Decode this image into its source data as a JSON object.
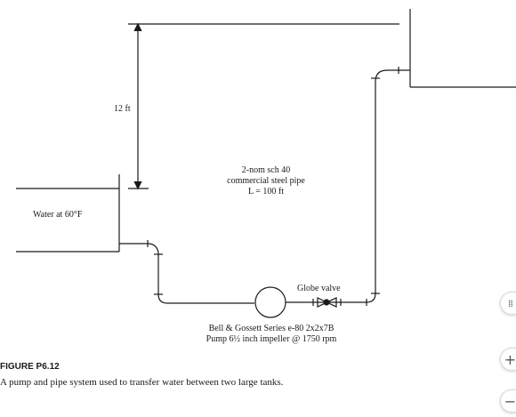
{
  "labels": {
    "height": "12 ft",
    "pipe_line1": "2-nom sch 40",
    "pipe_line2": "commercial steel pipe",
    "pipe_line3": "L = 100 ft",
    "water": "Water at 60°F",
    "valve": "Globe valve",
    "pump_line1": "Bell & Gossett Series e-80 2x2x7B",
    "pump_line2": "Pump 6½ inch impeller @ 1750 rpm"
  },
  "caption": {
    "title": "FIGURE P6.12",
    "text": "A pump and pipe system used to transfer water between two large tanks."
  },
  "toolbar": {
    "drag_icon": "move-icon",
    "zoom_in_label": "+",
    "zoom_out_label": "−"
  }
}
